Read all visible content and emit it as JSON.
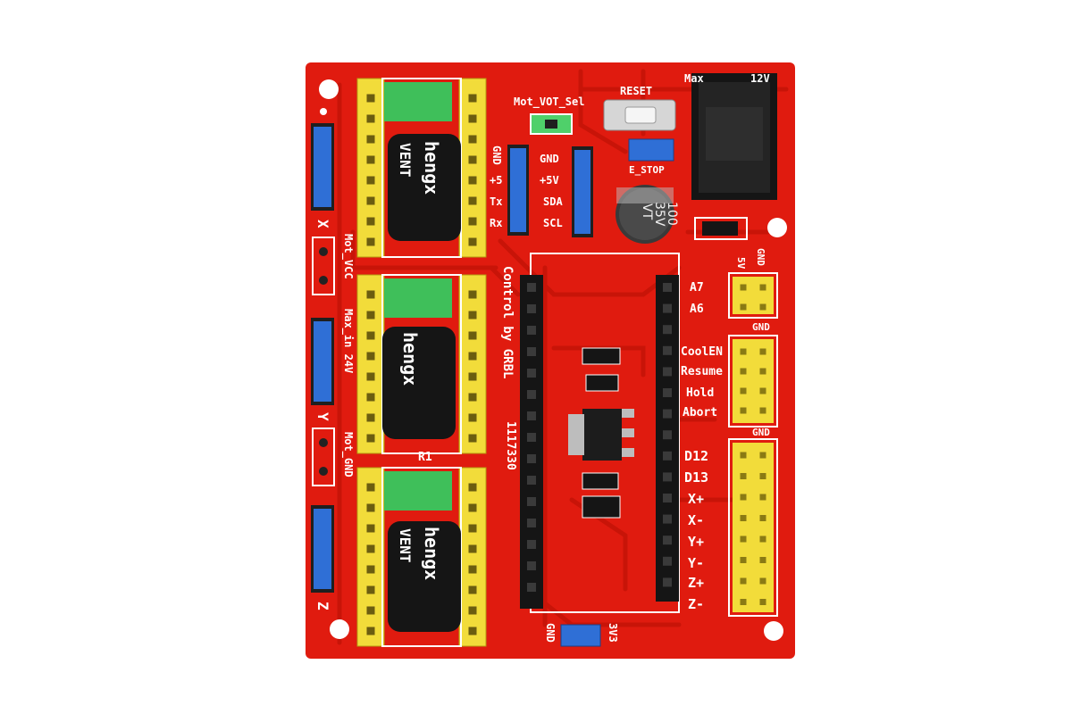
{
  "board": {
    "pcb_color": "#e01b0f",
    "trace_color": "#c91307",
    "silkscreen_color": "#ffffff",
    "header_yellow": "#f2dc3a",
    "jumper_green": "#4fd06a",
    "pin_blue": "#2f6fd6"
  },
  "labels": {
    "mot_vot_sel": "Mot_VOT_Sel",
    "reset": "RESET",
    "max": "Max",
    "max_suffix": "12V",
    "e_stop": "E_STOP",
    "gnd_left": "GND",
    "plus5_left": "+5",
    "tx": "Tx",
    "rx": "Rx",
    "gnd_right": "GND",
    "plus5v": "+5V",
    "sda": "SDA",
    "scl": "SCL",
    "five_v": "5V",
    "gnd_top": "GND",
    "a7": "A7",
    "a6": "A6",
    "gnd_mid": "GND",
    "coolen": "CoolEN",
    "resume": "Resume",
    "hold": "Hold",
    "abort": "Abort",
    "gnd_lower": "GND",
    "d12": "D12",
    "d13": "D13",
    "xplus": "X+",
    "xminus": "X-",
    "yplus": "Y+",
    "yminus": "Y-",
    "zplus": "Z+",
    "zminus": "Z-",
    "axis_x": "X",
    "axis_y": "Y",
    "axis_z": "Z",
    "mot_vcc": "Mot_VCC",
    "max_in": "Max_in 24V",
    "mot_gnd": "Mot_GND",
    "control_by": "Control by GRBL",
    "ic_code": "1117330",
    "r1": "R1",
    "gnd_bottom": "GND",
    "v33": "3V3",
    "cap_brand": "hengx",
    "cap_vent": "VENT",
    "cap_rating_1": "100",
    "cap_rating_2": "35V",
    "cap_rating_3": "VT"
  }
}
